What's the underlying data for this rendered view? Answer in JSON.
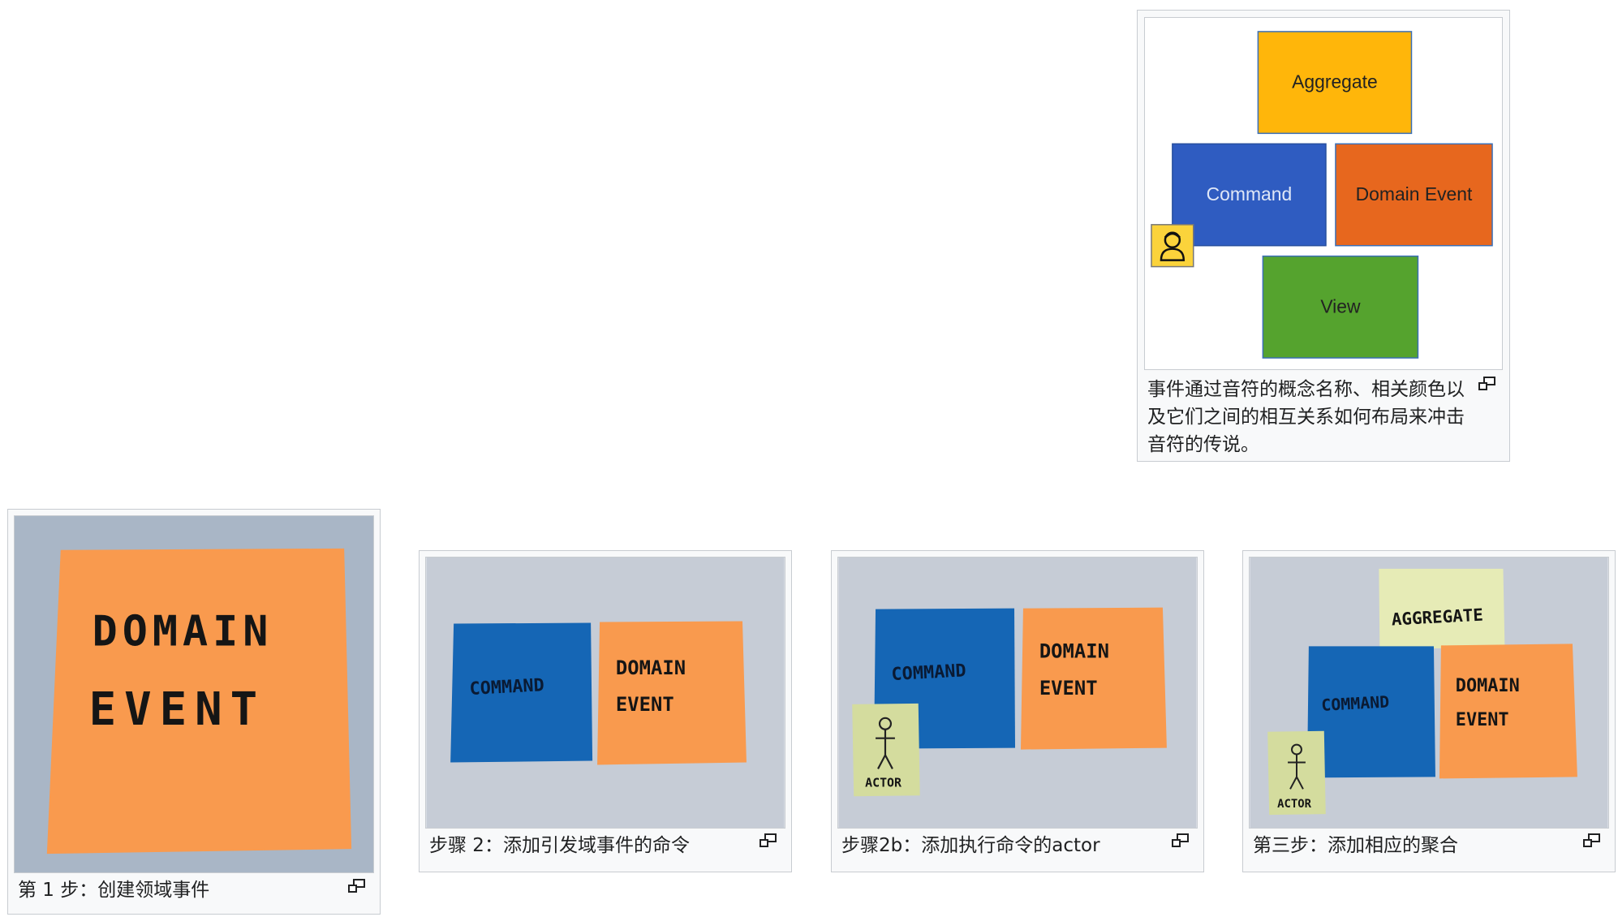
{
  "legend": {
    "aggregate_label": "Aggregate",
    "command_label": "Command",
    "domain_event_label": "Domain Event",
    "view_label": "View",
    "caption": "事件通过音符的概念名称、相关颜色以及它们之间的相互关系如何布局来冲击音符的传说。",
    "colors": {
      "aggregate": "#FFB60A",
      "command": "#2F5CC1",
      "domain_event": "#E7671E",
      "view": "#55A32E",
      "actor": "#FBD33B"
    }
  },
  "step1": {
    "caption": "第 1 步：创建领域事件",
    "note_line1": "DOMAIN",
    "note_line2": "EVENT"
  },
  "step2": {
    "caption": "步骤 2：添加引发域事件的命令",
    "command_note": "COMMAND",
    "event_line1": "DOMAIN",
    "event_line2": "EVENT"
  },
  "step2b": {
    "caption": "步骤2b：添加执行命令的actor",
    "command_note": "COMMAND",
    "event_line1": "DOMAIN",
    "event_line2": "EVENT",
    "actor_note": "ACTOR"
  },
  "step3": {
    "caption": "第三步：添加相应的聚合",
    "aggregate_note": "AGGREGATE",
    "command_note": "COMMAND",
    "event_line1": "DOMAIN",
    "event_line2": "EVENT",
    "actor_note": "ACTOR"
  },
  "icons": {
    "magnify": "enlarge-icon",
    "actor": "person-icon"
  }
}
